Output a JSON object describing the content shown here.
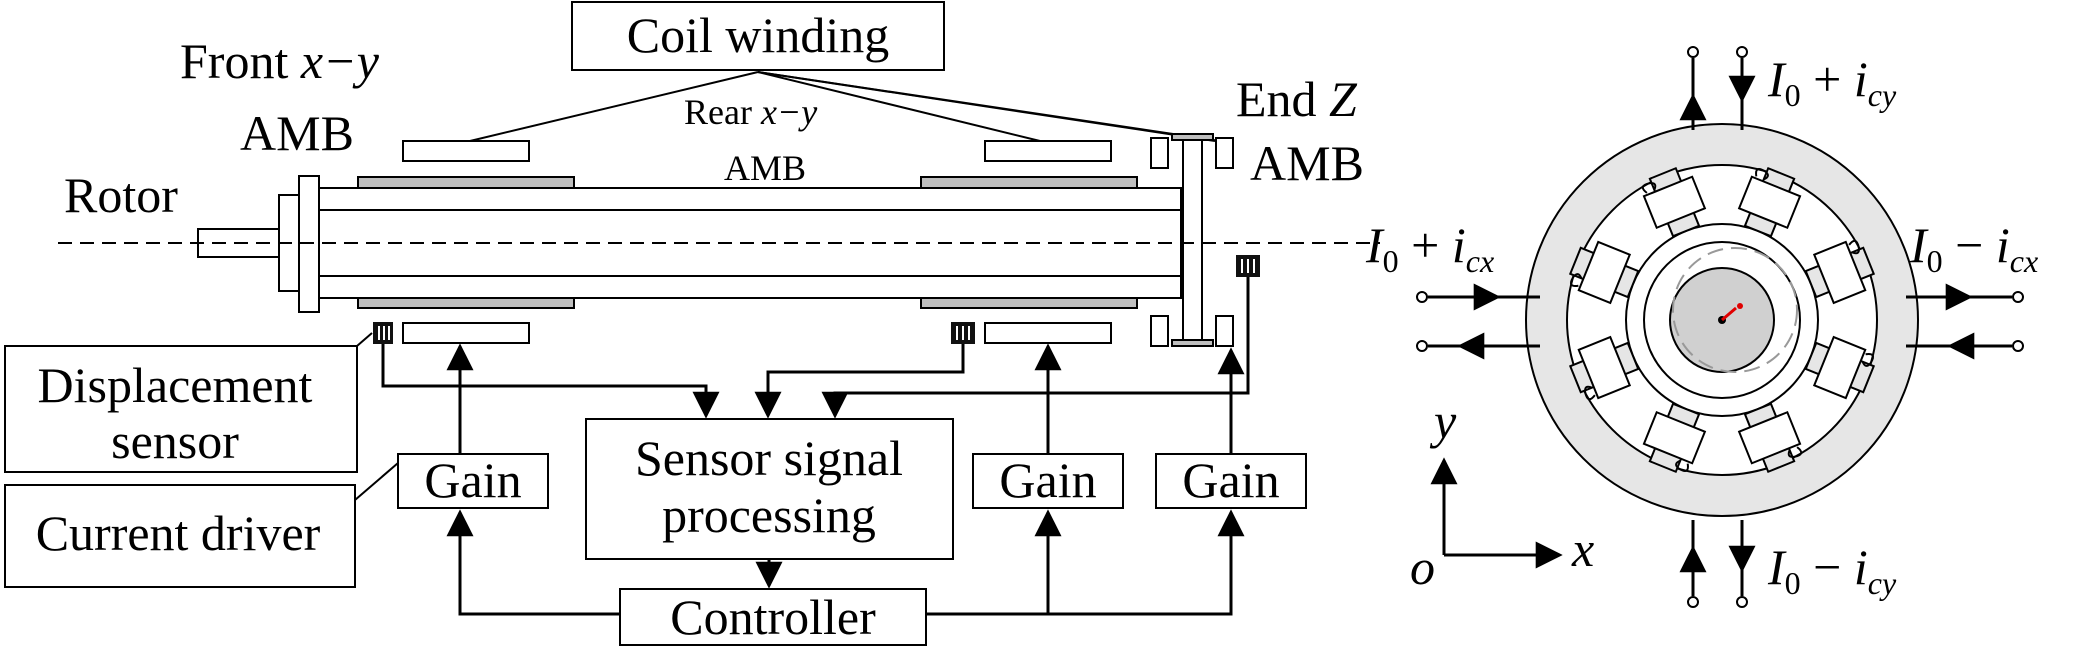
{
  "labels": {
    "coil_winding": "Coil winding",
    "front_xy_line1": "Front ",
    "front_xy_var": "x−y",
    "front_xy_line2": "AMB",
    "rear_xy_line1": "Rear ",
    "rear_xy_var": "x−y",
    "rear_xy_line2": "AMB",
    "end_z_line1": "End ",
    "end_z_var": "Z",
    "end_z_line2": "AMB",
    "rotor": "Rotor",
    "displacement_sensor_line1": "Displacement",
    "displacement_sensor_line2": "sensor",
    "current_driver": "Current driver",
    "gain": "Gain",
    "sensor_signal_line1": "Sensor signal",
    "sensor_signal_line2": "processing",
    "controller": "Controller"
  },
  "currents": {
    "top_sign": "+",
    "top_sub": "cy",
    "bottom_sign": "−",
    "bottom_sub": "cy",
    "left_sign": "+",
    "left_sub": "cx",
    "right_sign": "−",
    "right_sub": "cx",
    "base": "I",
    "base_sub": "0",
    "var": "i"
  },
  "axes": {
    "x": "x",
    "y": "y",
    "origin": "o"
  },
  "colors": {
    "line": "#000000",
    "coil_fill": "#bfbfbf",
    "stator_fill": "#e6e6e6",
    "rotor_fill": "#d0d0d0",
    "displacement_arrow": "#e00000",
    "dashed_orbit": "#999999"
  }
}
